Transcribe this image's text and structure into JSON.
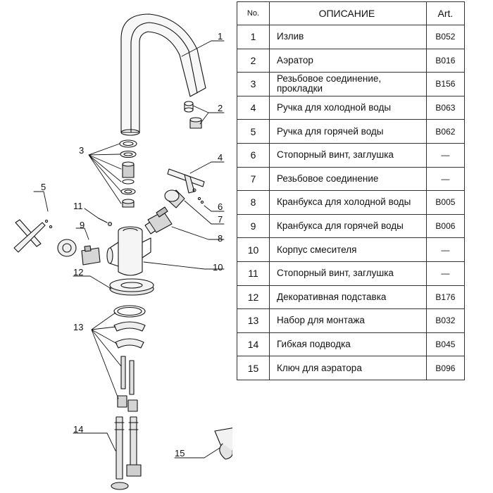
{
  "table": {
    "headers": {
      "no": "No.",
      "description": "ОПИСАНИЕ",
      "art": "Art."
    },
    "rows": [
      {
        "no": "1",
        "description": "Излив",
        "art": "B052"
      },
      {
        "no": "2",
        "description": "Аэратор",
        "art": "B016"
      },
      {
        "no": "3",
        "description": "Резьбовое соединение, прокладки",
        "art": "B156"
      },
      {
        "no": "4",
        "description": "Ручка для холодной воды",
        "art": "B063"
      },
      {
        "no": "5",
        "description": "Ручка для горячей воды",
        "art": "B062"
      },
      {
        "no": "6",
        "description": "Стопорный винт, заглушка",
        "art": "—"
      },
      {
        "no": "7",
        "description": "Резьбовое соединение",
        "art": "—"
      },
      {
        "no": "8",
        "description": "Кранбукса для холодной воды",
        "art": "B005"
      },
      {
        "no": "9",
        "description": "Кранбукса для горячей воды",
        "art": "B006"
      },
      {
        "no": "10",
        "description": "Корпус смесителя",
        "art": "—"
      },
      {
        "no": "11",
        "description": "Стопорный винт, заглушка",
        "art": "—"
      },
      {
        "no": "12",
        "description": "Декоративная подставка",
        "art": "B176"
      },
      {
        "no": "13",
        "description": "Набор для монтажа",
        "art": "B032"
      },
      {
        "no": "14",
        "description": "Гибкая подводка",
        "art": "B045"
      },
      {
        "no": "15",
        "description": "Ключ для аэратора",
        "art": "B096"
      }
    ]
  },
  "diagram": {
    "callouts": {
      "c1": "1",
      "c2": "2",
      "c3": "3",
      "c4": "4",
      "c5": "5",
      "c6": "6",
      "c7": "7",
      "c8": "8",
      "c9": "9",
      "c10": "10",
      "c11": "11",
      "c12": "12",
      "c13": "13",
      "c14": "14",
      "c15": "15"
    }
  }
}
